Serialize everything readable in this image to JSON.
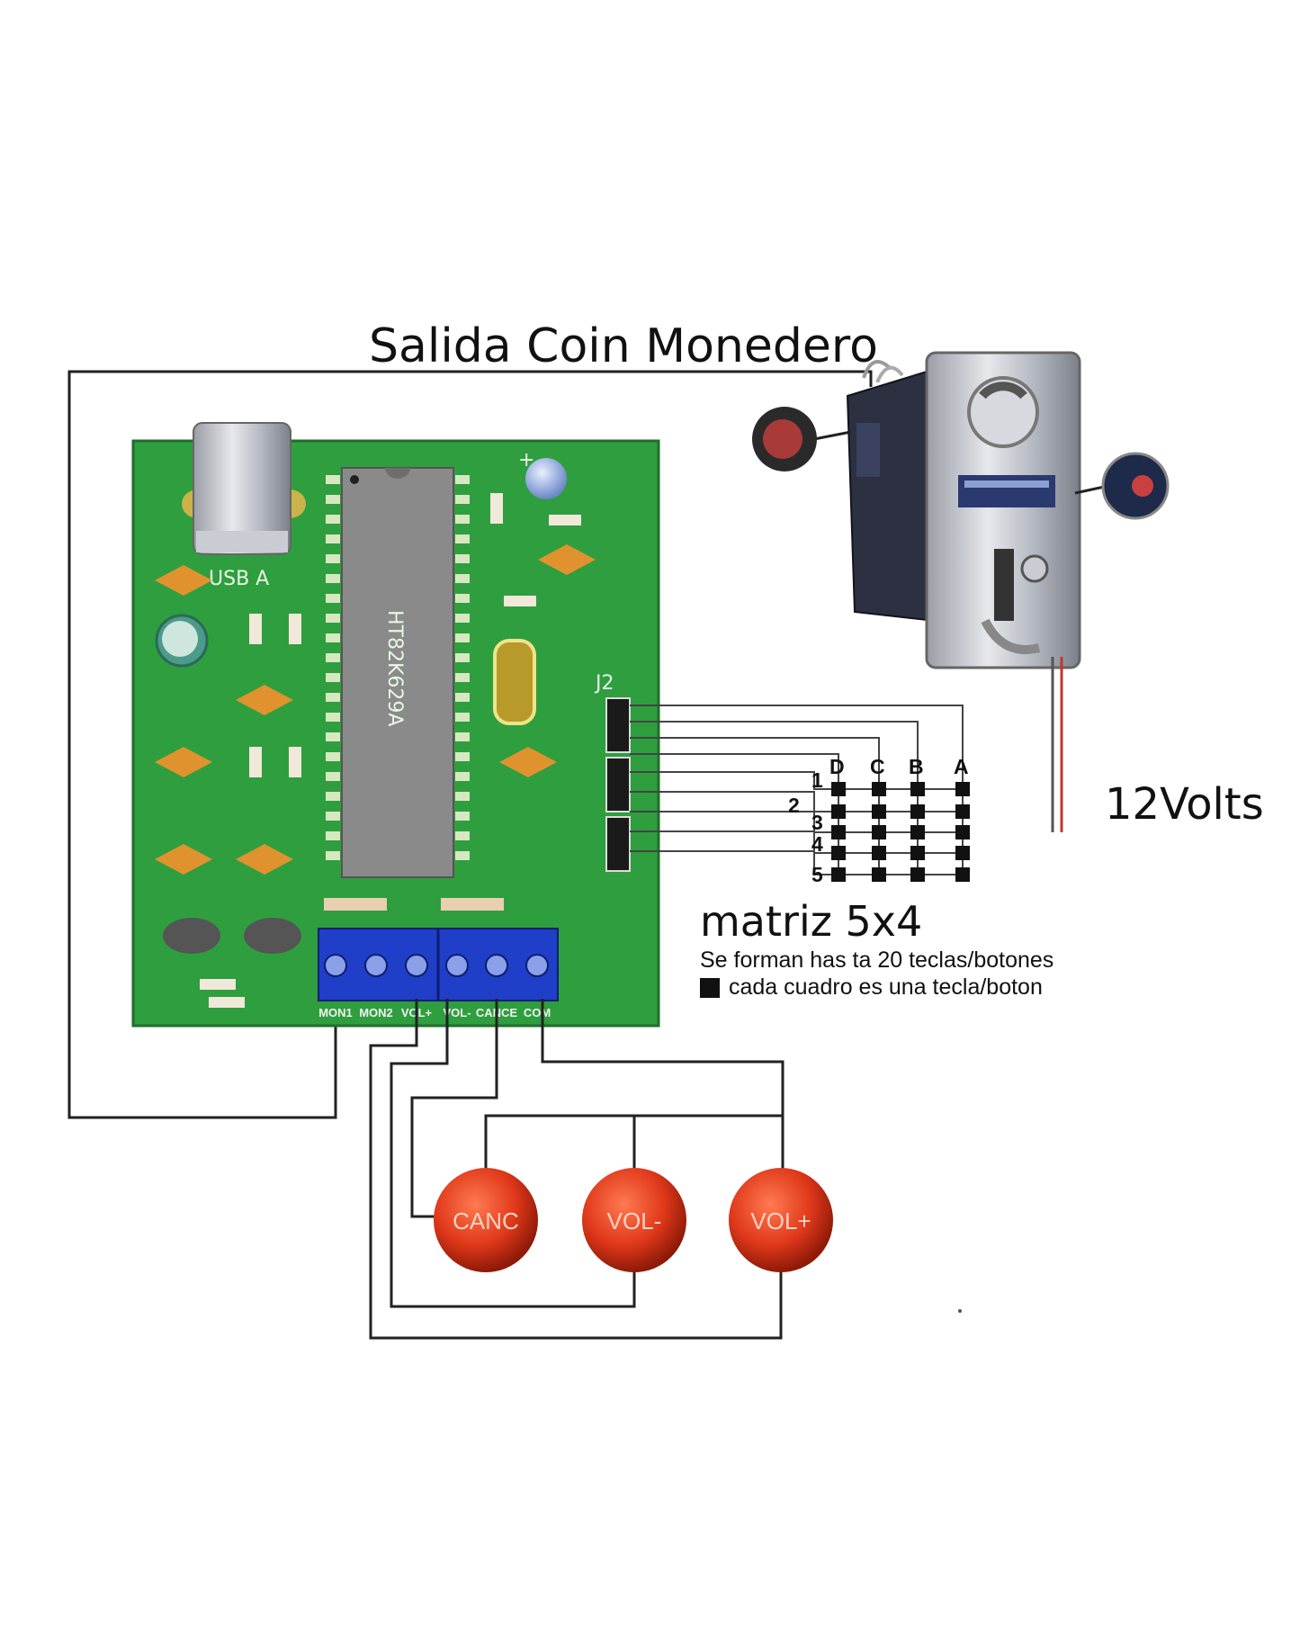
{
  "title": "Salida Coin Monedero",
  "power_label": "12Volts",
  "board": {
    "usb_label": "USB A",
    "chip_label": "HT82K629A",
    "header_label": "J2",
    "terminals": [
      "MON1",
      "MON2",
      "VOL+",
      "VOL-",
      "CANCE",
      "COM"
    ]
  },
  "matrix": {
    "title": "matriz 5x4",
    "note_line1": "Se forman has ta 20 teclas/botones",
    "note_line2": "cada cuadro es una tecla/boton",
    "columns": [
      "D",
      "C",
      "B",
      "A"
    ],
    "rows": [
      "1",
      "2",
      "3",
      "4",
      "5"
    ]
  },
  "buttons": [
    {
      "label": "CANC"
    },
    {
      "label": "VOL-"
    },
    {
      "label": "VOL+"
    }
  ],
  "colors": {
    "board": "#2f9e3f",
    "terminal_block": "#1f3fc8",
    "button": "#e0381a",
    "chip": "#8a8a8a"
  }
}
